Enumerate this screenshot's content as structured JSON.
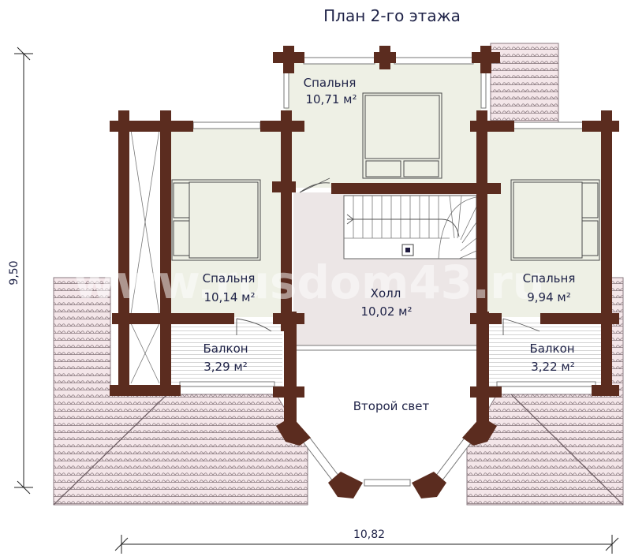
{
  "plan": {
    "title": "План 2-го этажа",
    "rooms": {
      "bedroom_top_name": "Спальня",
      "bedroom_top_area": "10,71 м²",
      "bedroom_left_name": "Спальня",
      "bedroom_left_area": "10,14 м²",
      "bedroom_right_name": "Спальня",
      "bedroom_right_area": "9,94 м²",
      "hall_name": "Холл",
      "hall_area": "10,02 м²",
      "balcony_left_name": "Балкон",
      "balcony_left_area": "3,29 м²",
      "balcony_right_name": "Балкон",
      "balcony_right_area": "3,22 м²",
      "second_light": "Второй свет"
    },
    "dimensions": {
      "height": "9,50",
      "width": "10,82"
    },
    "watermark": "www.rusdom43.ru",
    "colors": {
      "wall": "#5b2c1f",
      "room_fill": "#eef0e5",
      "hall_fill": "#ece6e6",
      "roof_tile": "#f3e3e6",
      "roof_line": "#7a6a70",
      "text": "#1e2247"
    }
  }
}
